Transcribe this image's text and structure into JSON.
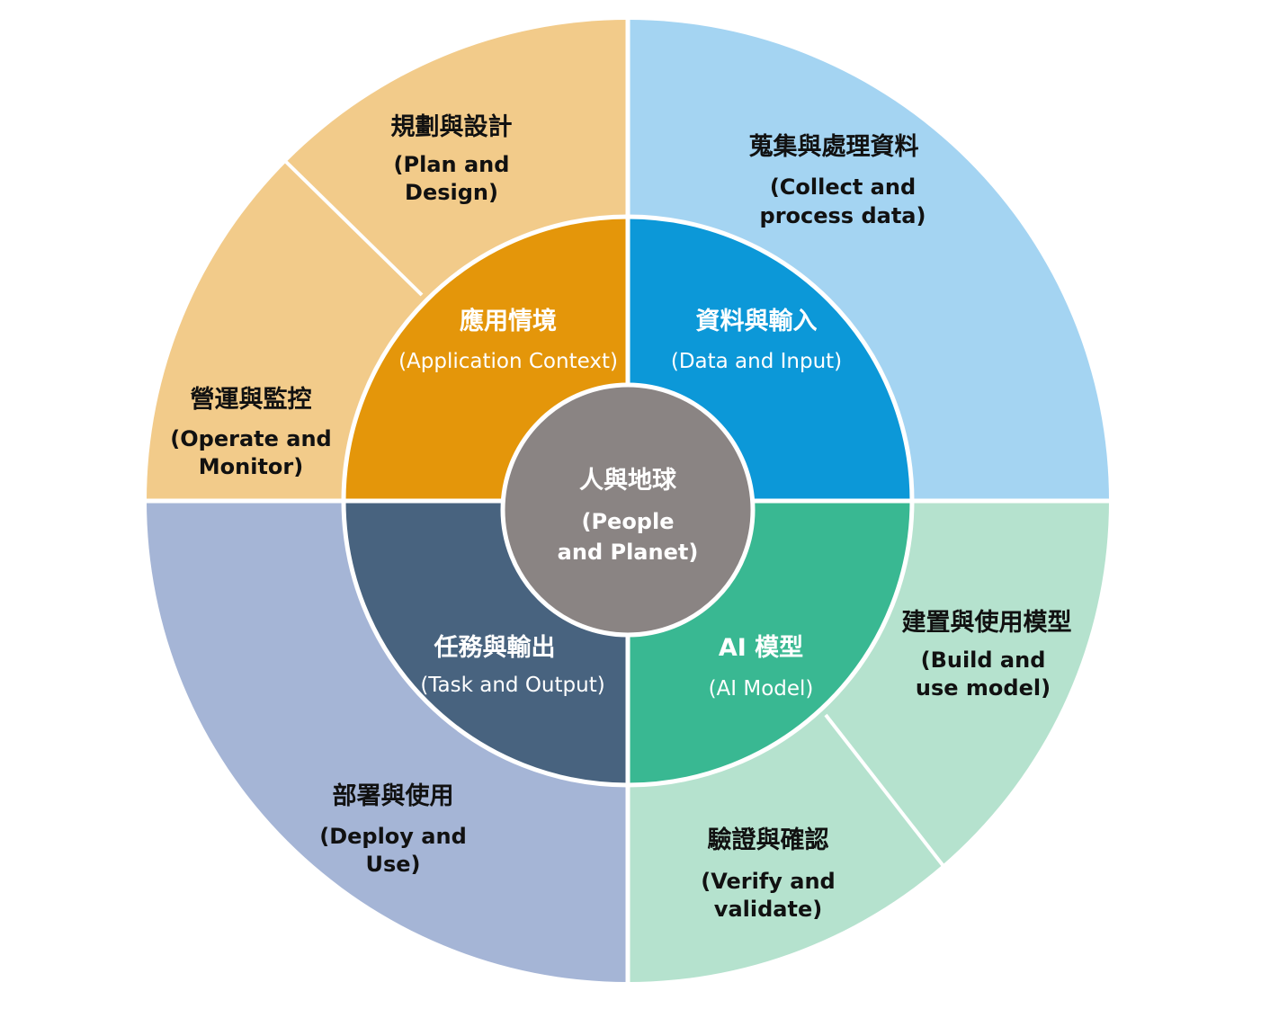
{
  "colors": {
    "outer_orange": "#F2CB8A",
    "outer_blue": "#A4D4F2",
    "outer_green": "#B5E2CE",
    "outer_purple": "#A5B5D6",
    "inner_orange": "#E4960A",
    "inner_blue": "#0C98D8",
    "inner_green": "#39B892",
    "inner_navy": "#48637F",
    "center_gray": "#8A8483",
    "divider": "#FFFFFF",
    "text_dark": "#111111",
    "text_light": "#FFFFFF"
  },
  "center": {
    "zh": "人與地球",
    "en_line1": "(People",
    "en_line2": "and Planet)"
  },
  "inner": {
    "application": {
      "zh": "應用情境",
      "en": "(Application Context)"
    },
    "data": {
      "zh": "資料與輸入",
      "en": "(Data and Input)"
    },
    "model": {
      "zh": "AI 模型",
      "en": "(AI Model)"
    },
    "task": {
      "zh": "任務與輸出",
      "en": "(Task and Output)"
    }
  },
  "outer": {
    "plan": {
      "zh": "規劃與設計",
      "en_line1": "(Plan and",
      "en_line2": "Design)"
    },
    "operate": {
      "zh": "營運與監控",
      "en_line1": "(Operate and",
      "en_line2": "Monitor)"
    },
    "collect": {
      "zh": "蒐集與處理資料",
      "en_line1": "(Collect and",
      "en_line2": "process data)"
    },
    "build": {
      "zh": "建置與使用模型",
      "en_line1": "(Build and",
      "en_line2": "use model)"
    },
    "verify": {
      "zh": "驗證與確認",
      "en_line1": "(Verify and",
      "en_line2": "validate)"
    },
    "deploy": {
      "zh": "部署與使用",
      "en_line1": "(Deploy and",
      "en_line2": "Use)"
    }
  }
}
